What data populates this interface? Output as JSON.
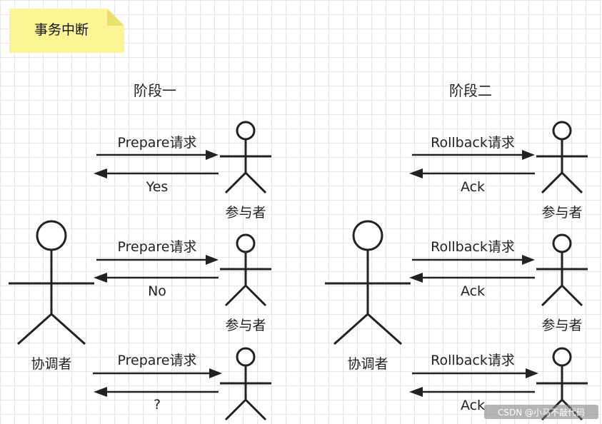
{
  "note": {
    "text": "事务中断",
    "fill": "#fbf596",
    "fold": "#e9df6e"
  },
  "phases": [
    {
      "title": "阶段一",
      "coordinator_label": "协调者",
      "rows": [
        {
          "request": "Prepare请求",
          "response": "Yes",
          "participant_label": "参与者"
        },
        {
          "request": "Prepare请求",
          "response": "No",
          "participant_label": "参与者"
        },
        {
          "request": "Prepare请求",
          "response": "?",
          "participant_label": ""
        }
      ]
    },
    {
      "title": "阶段二",
      "coordinator_label": "协调者",
      "rows": [
        {
          "request": "Rollback请求",
          "response": "Ack",
          "participant_label": "参与者"
        },
        {
          "request": "Rollback请求",
          "response": "Ack",
          "participant_label": "参与者"
        },
        {
          "request": "Rollback请求",
          "response": "Ack",
          "participant_label": ""
        }
      ]
    }
  ],
  "watermark": "CSDN @小马不敲代码"
}
